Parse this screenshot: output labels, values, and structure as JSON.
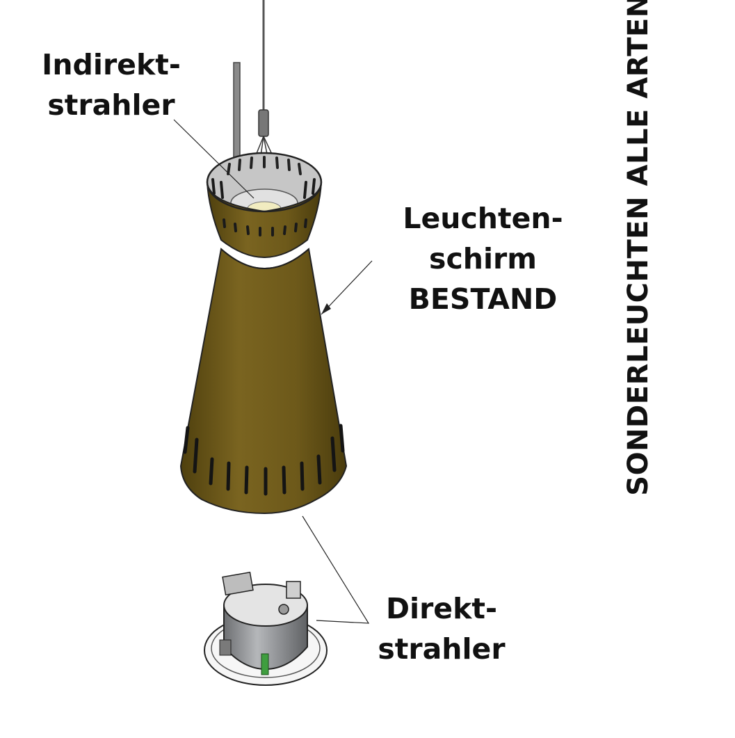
{
  "labels": {
    "indirekt": [
      "Indirekt-",
      "strahler"
    ],
    "schirm": [
      "Leuchten-",
      "schirm",
      "BESTAND"
    ],
    "direkt": [
      "Direkt-",
      "strahler"
    ]
  },
  "side_title": "SONDERLEUCHTEN ALLE ARTEN",
  "colors": {
    "shade": "#6e5a1c",
    "shade_dark": "#54440f",
    "interior": "#c9c9c9",
    "metal": "#8a8c8f",
    "trim": "#f2f2f2",
    "leader": "#222222",
    "text": "#111111"
  },
  "icons": [
    "pendant-lamp-shade-icon",
    "recessed-downlight-icon"
  ]
}
